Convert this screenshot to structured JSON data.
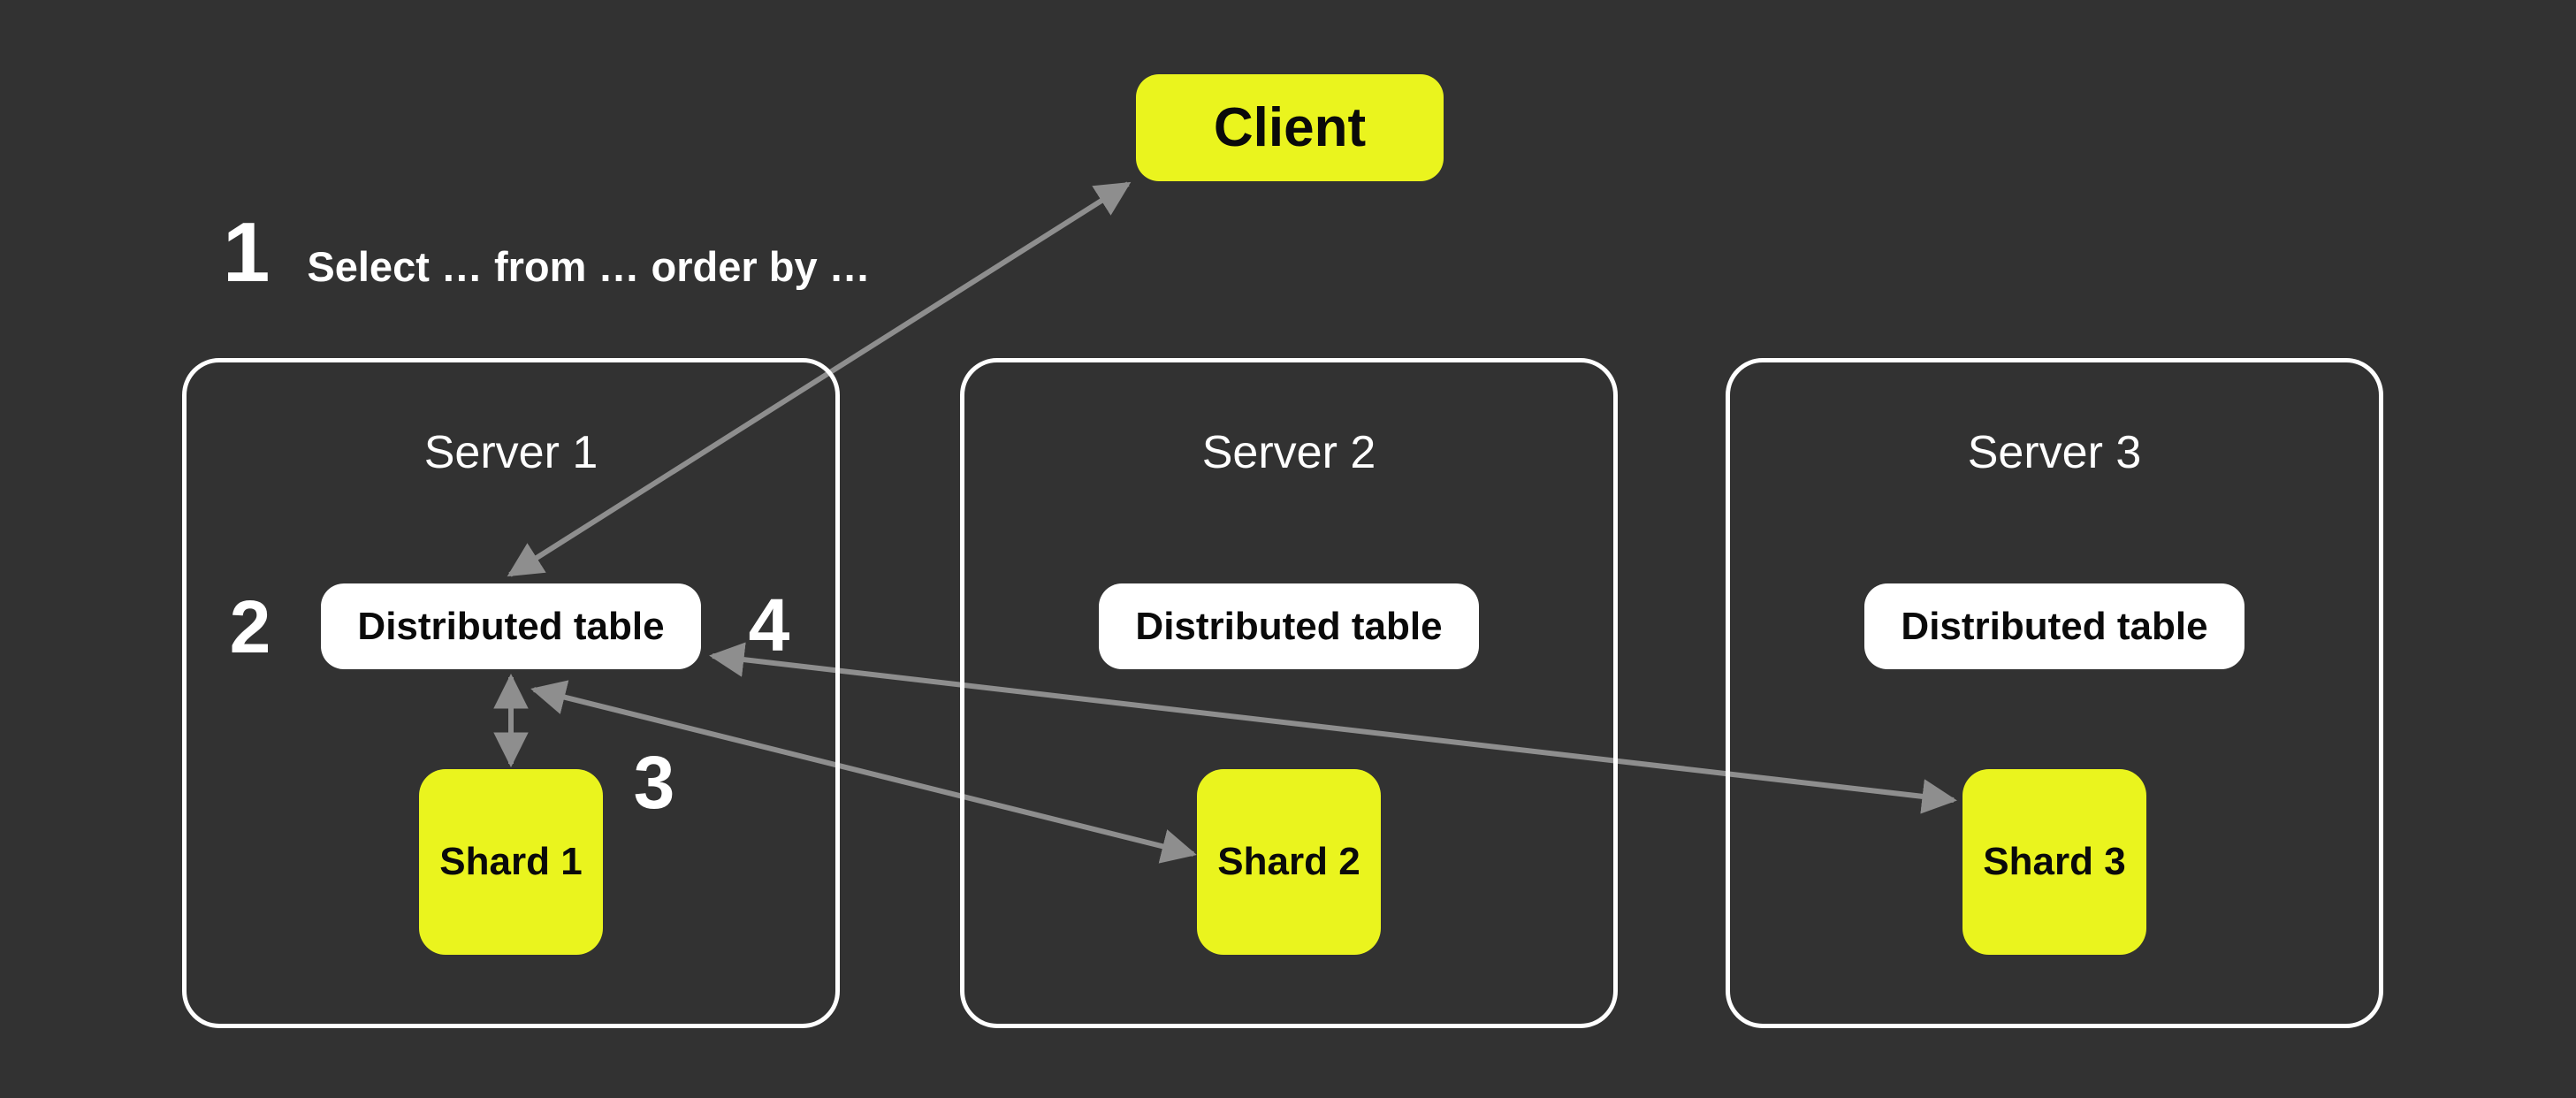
{
  "diagram": {
    "colors": {
      "background": "#323232",
      "accent_yellow": "#EAF41E",
      "box_white": "#FFFFFF",
      "arrow_gray": "#8E8E8E",
      "text_white": "#FFFFFF",
      "text_black": "#0A0A0A"
    },
    "client": {
      "label": "Client"
    },
    "annotation": {
      "number": "1",
      "query": "Select … from … order by …"
    },
    "step_numbers": {
      "step2": "2",
      "step3": "3",
      "step4": "4"
    },
    "servers": [
      {
        "title": "Server 1",
        "table_label": "Distributed table",
        "shard_label": "Shard 1"
      },
      {
        "title": "Server 2",
        "table_label": "Distributed table",
        "shard_label": "Shard 2"
      },
      {
        "title": "Server 3",
        "table_label": "Distributed table",
        "shard_label": "Shard 3"
      }
    ],
    "arrows": [
      {
        "id": "client-table1",
        "between": [
          "Client",
          "Server 1 Distributed table"
        ],
        "bidirectional": true
      },
      {
        "id": "table1-shard1",
        "between": [
          "Server 1 Distributed table",
          "Shard 1"
        ],
        "bidirectional": true
      },
      {
        "id": "table1-shard2",
        "between": [
          "Server 1 Distributed table",
          "Shard 2"
        ],
        "bidirectional": true
      },
      {
        "id": "table1-shard3",
        "between": [
          "Server 1 Distributed table",
          "Shard 3"
        ],
        "bidirectional": true
      }
    ]
  }
}
